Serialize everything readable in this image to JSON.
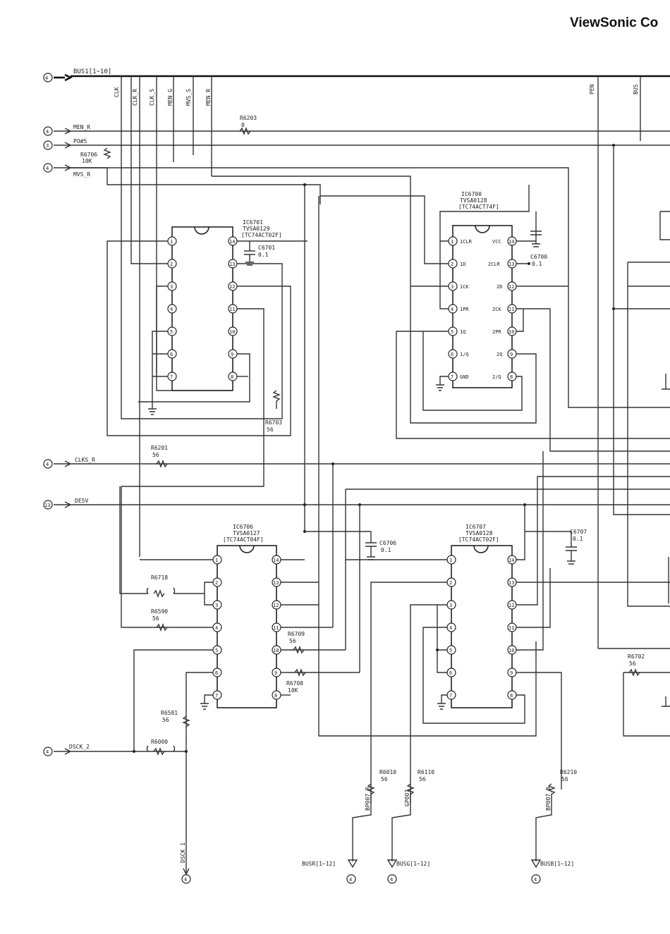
{
  "header": {
    "brand": "ViewSonic Co"
  },
  "buses": {
    "main": "BUS1[1~10]",
    "verticals": [
      "CLK",
      "CLK_R",
      "CLK_S",
      "MEN_G",
      "MVS_S",
      "MEN_R",
      "PEN",
      "BUS"
    ]
  },
  "left_inputs": [
    {
      "id": "in1",
      "port": "4",
      "label": "MEN_R"
    },
    {
      "id": "in2",
      "port": "3",
      "label": "PO#5"
    },
    {
      "id": "in3",
      "port": "4",
      "label": "MVS_R"
    },
    {
      "id": "in4",
      "port": "4",
      "label": "CLKS_R"
    },
    {
      "id": "in5",
      "port": "13",
      "label": "DE5V"
    },
    {
      "id": "in6",
      "port": "4",
      "label": "DSCK_2"
    }
  ],
  "ics": [
    {
      "id": "ic6701",
      "ref": "IC6701",
      "part": "TVSA0129",
      "alt": "[TC74ACT02F]"
    },
    {
      "id": "ic6700",
      "ref": "IC6700",
      "part": "TVSA0128",
      "alt": "[TC74ACT74F]"
    },
    {
      "id": "ic6706",
      "ref": "IC6706",
      "part": "TVSA0127",
      "alt": "[TC74ACT04F]"
    },
    {
      "id": "ic6707",
      "ref": "IC6707",
      "part": "TVSA0128",
      "alt": "[TC74ACT02F]"
    }
  ],
  "ic6700_pins_left": [
    "1CLR",
    "1D",
    "1CK",
    "1PR",
    "1Q",
    "1/Q",
    "GND"
  ],
  "ic6700_pins_right": [
    "VCC",
    "2CLR",
    "2D",
    "2CK",
    "2PR",
    "2Q",
    "2/Q"
  ],
  "pin_numbers_left": [
    "1",
    "2",
    "3",
    "4",
    "5",
    "6",
    "7"
  ],
  "pin_numbers_right": [
    "14",
    "13",
    "12",
    "11",
    "10",
    "9",
    "8"
  ],
  "components": {
    "r6203": {
      "ref": "R6203",
      "val": "0"
    },
    "r6706": {
      "ref": "R6706",
      "val": "10K"
    },
    "c6701": {
      "ref": "C6701",
      "val": "0.1"
    },
    "c6700": {
      "ref": "C6700",
      "val": "0.1"
    },
    "r6703": {
      "ref": "R6703",
      "val": "56"
    },
    "r6201": {
      "ref": "R6201",
      "val": "56"
    },
    "c6706": {
      "ref": "C6706",
      "val": "0.1"
    },
    "c6707": {
      "ref": "C6707",
      "val": "0.1"
    },
    "r6718": {
      "ref": "R6718"
    },
    "r6590": {
      "ref": "R6590",
      "val": "56"
    },
    "r6709": {
      "ref": "R6709",
      "val": "56"
    },
    "r6708": {
      "ref": "R6708",
      "val": "10K"
    },
    "r6702": {
      "ref": "R6702",
      "val": "56"
    },
    "r6581": {
      "ref": "R6581",
      "val": "56"
    },
    "r6000": {
      "ref": "R6000"
    },
    "r6010": {
      "ref": "R6010",
      "val": "56"
    },
    "r6110": {
      "ref": "R6110",
      "val": "56"
    },
    "r6210": {
      "ref": "R6210",
      "val": "56"
    }
  },
  "bottom": {
    "dsck": {
      "label": "DSCK_1",
      "port": "4"
    },
    "b1": {
      "net": "BP007_R",
      "bus": "BUSR[1~12]",
      "port": "4"
    },
    "b2": {
      "net": "GP007",
      "bus": "BUSG[1~12]",
      "port": "4"
    },
    "b3": {
      "net": "BP007_B",
      "bus": "BUSB[1~12]",
      "port": "4"
    }
  }
}
